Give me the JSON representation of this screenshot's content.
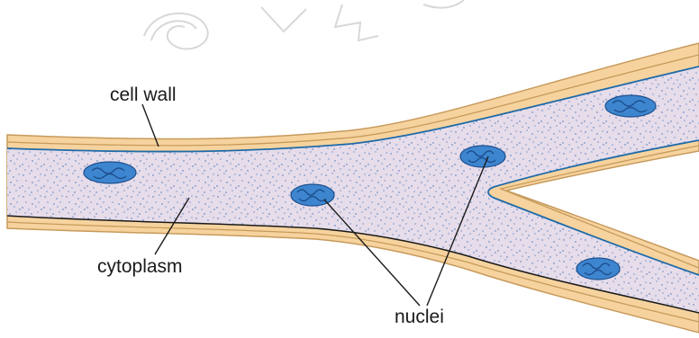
{
  "labels": {
    "cell_wall": "cell wall",
    "cytoplasm": "cytoplasm",
    "nuclei": "nuclei"
  },
  "colors": {
    "wall_fill": "#f6d39e",
    "wall_stroke": "#c79a5c",
    "cytoplasm_fill": "#e6dcea",
    "membrane": "#1f6aa8",
    "nucleus_fill": "#3d86cf",
    "nucleus_pattern": "#1e4f8f",
    "stipple": "#3d6fb6",
    "watermark": "#d8d8d8"
  }
}
